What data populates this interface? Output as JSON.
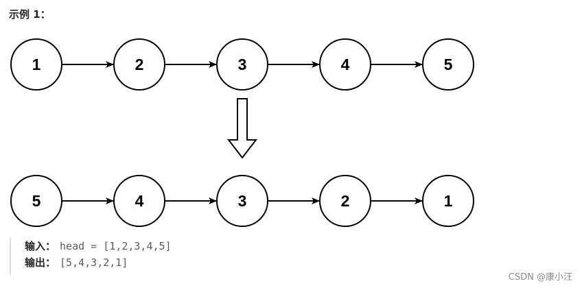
{
  "example": {
    "title": "示例 1："
  },
  "diagram": {
    "input_list": [
      "1",
      "2",
      "3",
      "4",
      "5"
    ],
    "output_list": [
      "5",
      "4",
      "3",
      "2",
      "1"
    ]
  },
  "io": {
    "input_label": "输入：",
    "input_value": "head = [1,2,3,4,5]",
    "output_label": "输出：",
    "output_value": "[5,4,3,2,1]"
  },
  "watermark": "CSDN @康小汪"
}
